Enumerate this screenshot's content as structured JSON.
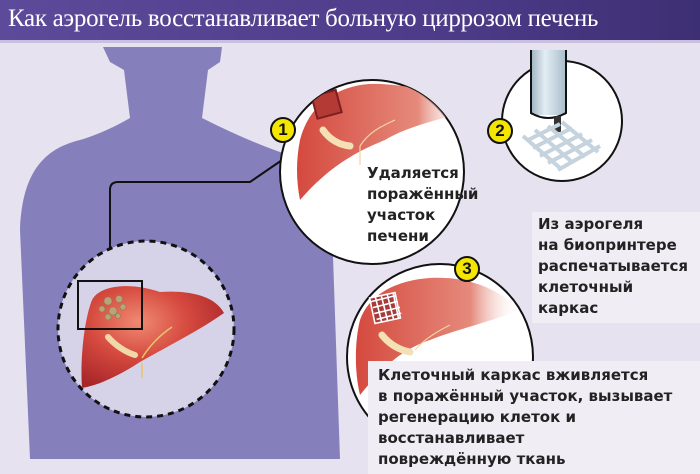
{
  "header": {
    "title": "Как аэрогель восстанавливает больную циррозом печень"
  },
  "steps": [
    {
      "number": "1",
      "lines": [
        "Удаляется",
        "поражённый",
        "участок",
        "печени"
      ]
    },
    {
      "number": "2",
      "lines": [
        "Из аэрогеля",
        "на биопринтере",
        "распечатывается",
        "клеточный каркас"
      ]
    },
    {
      "number": "3",
      "lines": [
        "Клеточный каркас вживляется",
        "в поражённый участок, вызывает",
        "регенерацию клеток и восстанавливает",
        "повреждённую ткань"
      ]
    }
  ],
  "icons": {
    "body": "human-torso-silhouette",
    "liver": "liver-illustration",
    "bioprinter": "bioprinter-nozzle",
    "scaffold": "cell-scaffold-grid"
  },
  "colors": {
    "header_bg": "#4e3c8a",
    "silhouette": "#8580bb",
    "background": "#e6e2ef",
    "badge": "#f4e600",
    "liver": "#d2483d"
  }
}
